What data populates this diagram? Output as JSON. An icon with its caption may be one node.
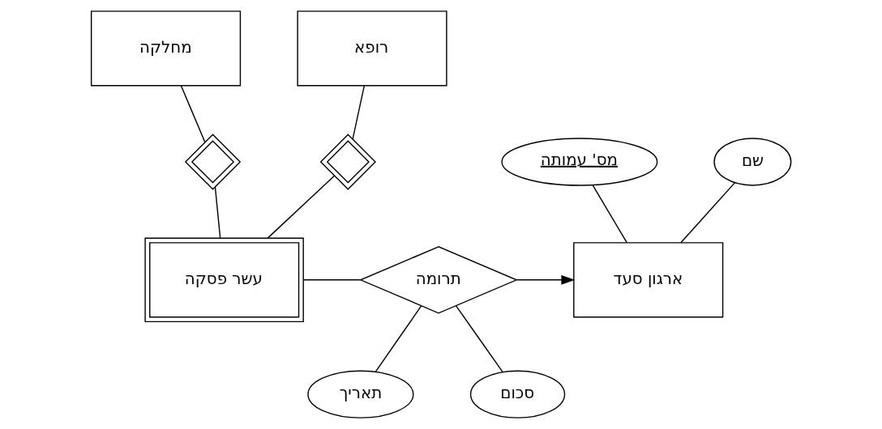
{
  "diagram": {
    "nodes": [
      {
        "text": [
          "מחלקה"
        ]
      },
      {
        "text": [
          "רופא"
        ]
      },
      {
        "text": [],
        "shape": "diamond"
      },
      {
        "text": [],
        "shape": "diamond"
      },
      {
        "text": [
          "עשר פסקה"
        ]
      },
      {
        "text": [
          "תרומה"
        ]
      },
      {
        "text": [
          "מס' עמותה"
        ]
      },
      {
        "text": [
          "שם"
        ]
      },
      {
        "text": [
          "ארגון סעד"
        ]
      },
      {
        "text": [
          "תאריך"
        ]
      },
      {
        "text": [
          "סכום"
        ]
      }
    ],
    "edges": [
      {
        "from": 0,
        "to": 2,
        "arrow": "none"
      },
      {
        "from": 1,
        "to": 3,
        "arrow": "none"
      },
      {
        "from": 2,
        "to": 4,
        "arrow": "none"
      },
      {
        "from": 3,
        "to": 4,
        "arrow": "none"
      },
      {
        "from": 6,
        "to": 8,
        "arrow": "none"
      },
      {
        "from": 7,
        "to": 8,
        "arrow": "none"
      },
      {
        "from": 4,
        "to": 5,
        "arrow": "none"
      },
      {
        "from": 5,
        "to": 8,
        "arrow": "to"
      },
      {
        "from": 5,
        "to": 9,
        "arrow": "none"
      },
      {
        "from": 5,
        "to": 10,
        "arrow": "none"
      }
    ]
  }
}
